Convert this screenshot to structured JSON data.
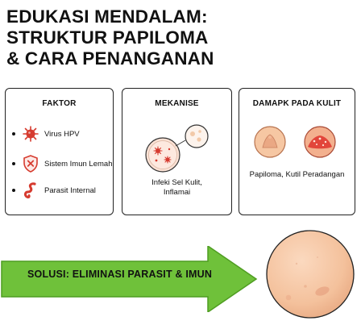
{
  "title_lines": [
    "EDUKASI MENDALAM:",
    "STRUKTUR PAPILOMA",
    "& CARA PENANGANAN"
  ],
  "panels": {
    "faktor": {
      "heading": "FAKTOR",
      "items": [
        {
          "label": "Virus HPV",
          "icon": "virus-icon"
        },
        {
          "label": "Sistem Imun Lemah",
          "icon": "shield-x-icon"
        },
        {
          "label": "Parasit Internal",
          "icon": "worm-icon"
        }
      ]
    },
    "mekanise": {
      "heading": "MEKANISE",
      "caption_lines": [
        "Infeki Sel Kulit,",
        "Inflamai"
      ]
    },
    "dampak": {
      "heading": "DAMAPK PADA KULIT",
      "caption": "Papiloma, Kutil Peradangan"
    }
  },
  "solution": {
    "label": "SOLUSI: ELIMINASI PARASIT & IMUN",
    "arrow_color": "#6fc13a"
  },
  "colors": {
    "virus_red": "#d63b2f",
    "skin": "#f6c7a3",
    "skin_dark": "#e59c78",
    "border": "#222222"
  }
}
